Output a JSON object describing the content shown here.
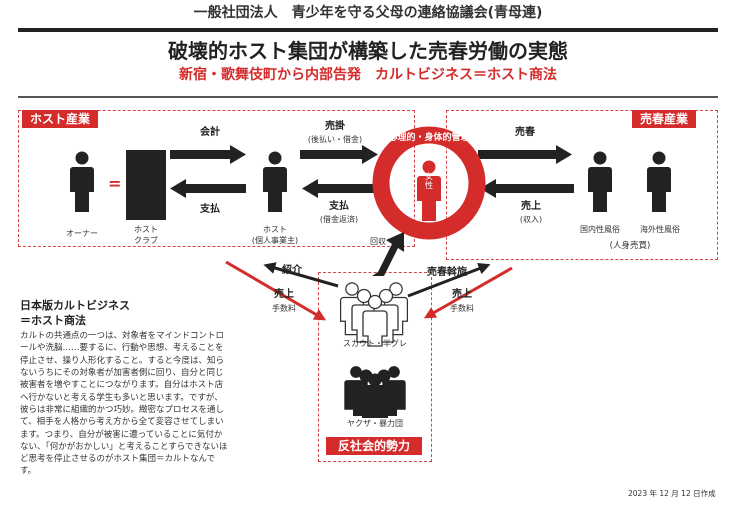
{
  "header": {
    "org": "一般社団法人　青少年を守る父母の連絡協議会(青母連)",
    "title": "破壊的ホスト集団が構築した売春労働の実態",
    "subtitle": "新宿・歌舞伎町から内部告発　カルトビジネス＝ホスト商法"
  },
  "sections": {
    "host_industry": "ホスト産業",
    "prostitution_industry": "売春産業"
  },
  "nodes": {
    "owner": "オーナー",
    "equals": "=",
    "host_club_1": "ホスト",
    "host_club_2": "クラブ",
    "host_1": "ホスト",
    "host_2": "(個人事業主)",
    "woman": "女性",
    "domestic_1": "国内性風俗",
    "overseas_1": "海外性風俗",
    "human_trafficking": "(人身売買)",
    "scout": "スカウト・半グレ",
    "yakuza": "ヤクザ・暴力団",
    "antisocial": "反社会的勢力"
  },
  "ring_label": "心理的・身体的管理",
  "flows": {
    "kaikei": "会計",
    "shiharai1": "支払",
    "urikake_1": "売掛",
    "urikake_2": "(後払い・借金)",
    "shiharai2_1": "支払",
    "shiharai2_2": "(借金返済)",
    "baishun": "売春",
    "uriage_1": "売上",
    "uriage_2": "(収入)",
    "kaishu": "回収",
    "shokai": "紹介",
    "baishun_assen": "売春斡旋",
    "left_fee_1": "売上",
    "left_fee_2": "手数料",
    "right_fee_1": "売上",
    "right_fee_2": "手数料"
  },
  "side": {
    "title_1": "日本版カルトビジネス",
    "title_2": "＝ホスト商法",
    "body": "カルトの共通点の一つは、対象者をマインドコントロールや洗脳……要するに、行動や思想、考えることを停止させ、操り人形化すること。すると今度は、知らないうちにその対象者が加害者側に回り、自分と同じ被害者を増やすことにつながります。自分はホスト店へ行かないと考える学生も多いと思います。ですが、彼らは非常に組織的かつ巧妙。緻密なプロセスを通して、相手を人格から考え方から全て変容させてしまいます。つまり、自分が被害に遭っていることに気付かない、「何かがおかしい」と考えることすらできないほど思考を停止させるのがホスト集団＝カルトなんです。"
  },
  "footer": {
    "date": "2023 年 12 月 12 日作成"
  },
  "colors": {
    "accent": "#d42b2b",
    "dark": "#222222"
  }
}
